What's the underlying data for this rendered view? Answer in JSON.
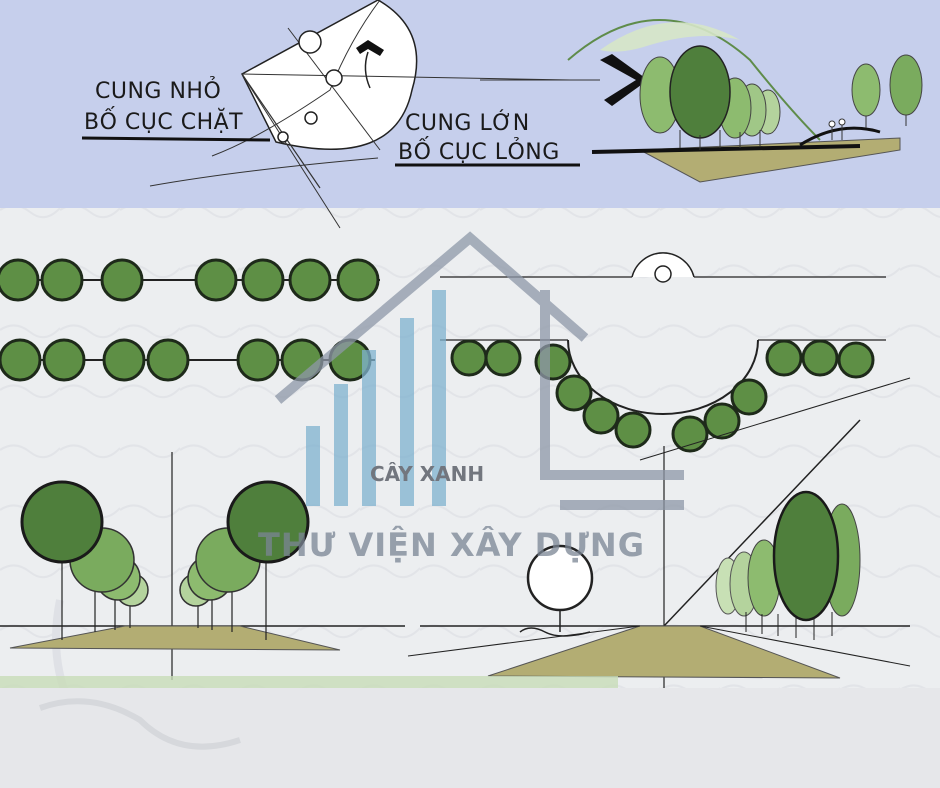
{
  "labels": {
    "arc_small_line1": "CUNG NHỎ",
    "arc_small_line2": "BỐ CỤC CHẶT",
    "arc_large_line1": "CUNG LỚN",
    "arc_large_line2": "BỐ CỤC LỎNG"
  },
  "watermark": {
    "subtitle": "CÂY XANH",
    "brand": "THƯ VIỆN XÂY DỰNG"
  },
  "colors": {
    "top_band": "#c6cfec",
    "background": "#ecedef",
    "tree_green": "#5e8f45",
    "tree_dark": "#3f6f35",
    "tree_light": "#8dbb6f",
    "ground_olive": "#b3ad73",
    "watermark_blue": "#7fb2cf",
    "watermark_gray": "#8e98a8"
  }
}
